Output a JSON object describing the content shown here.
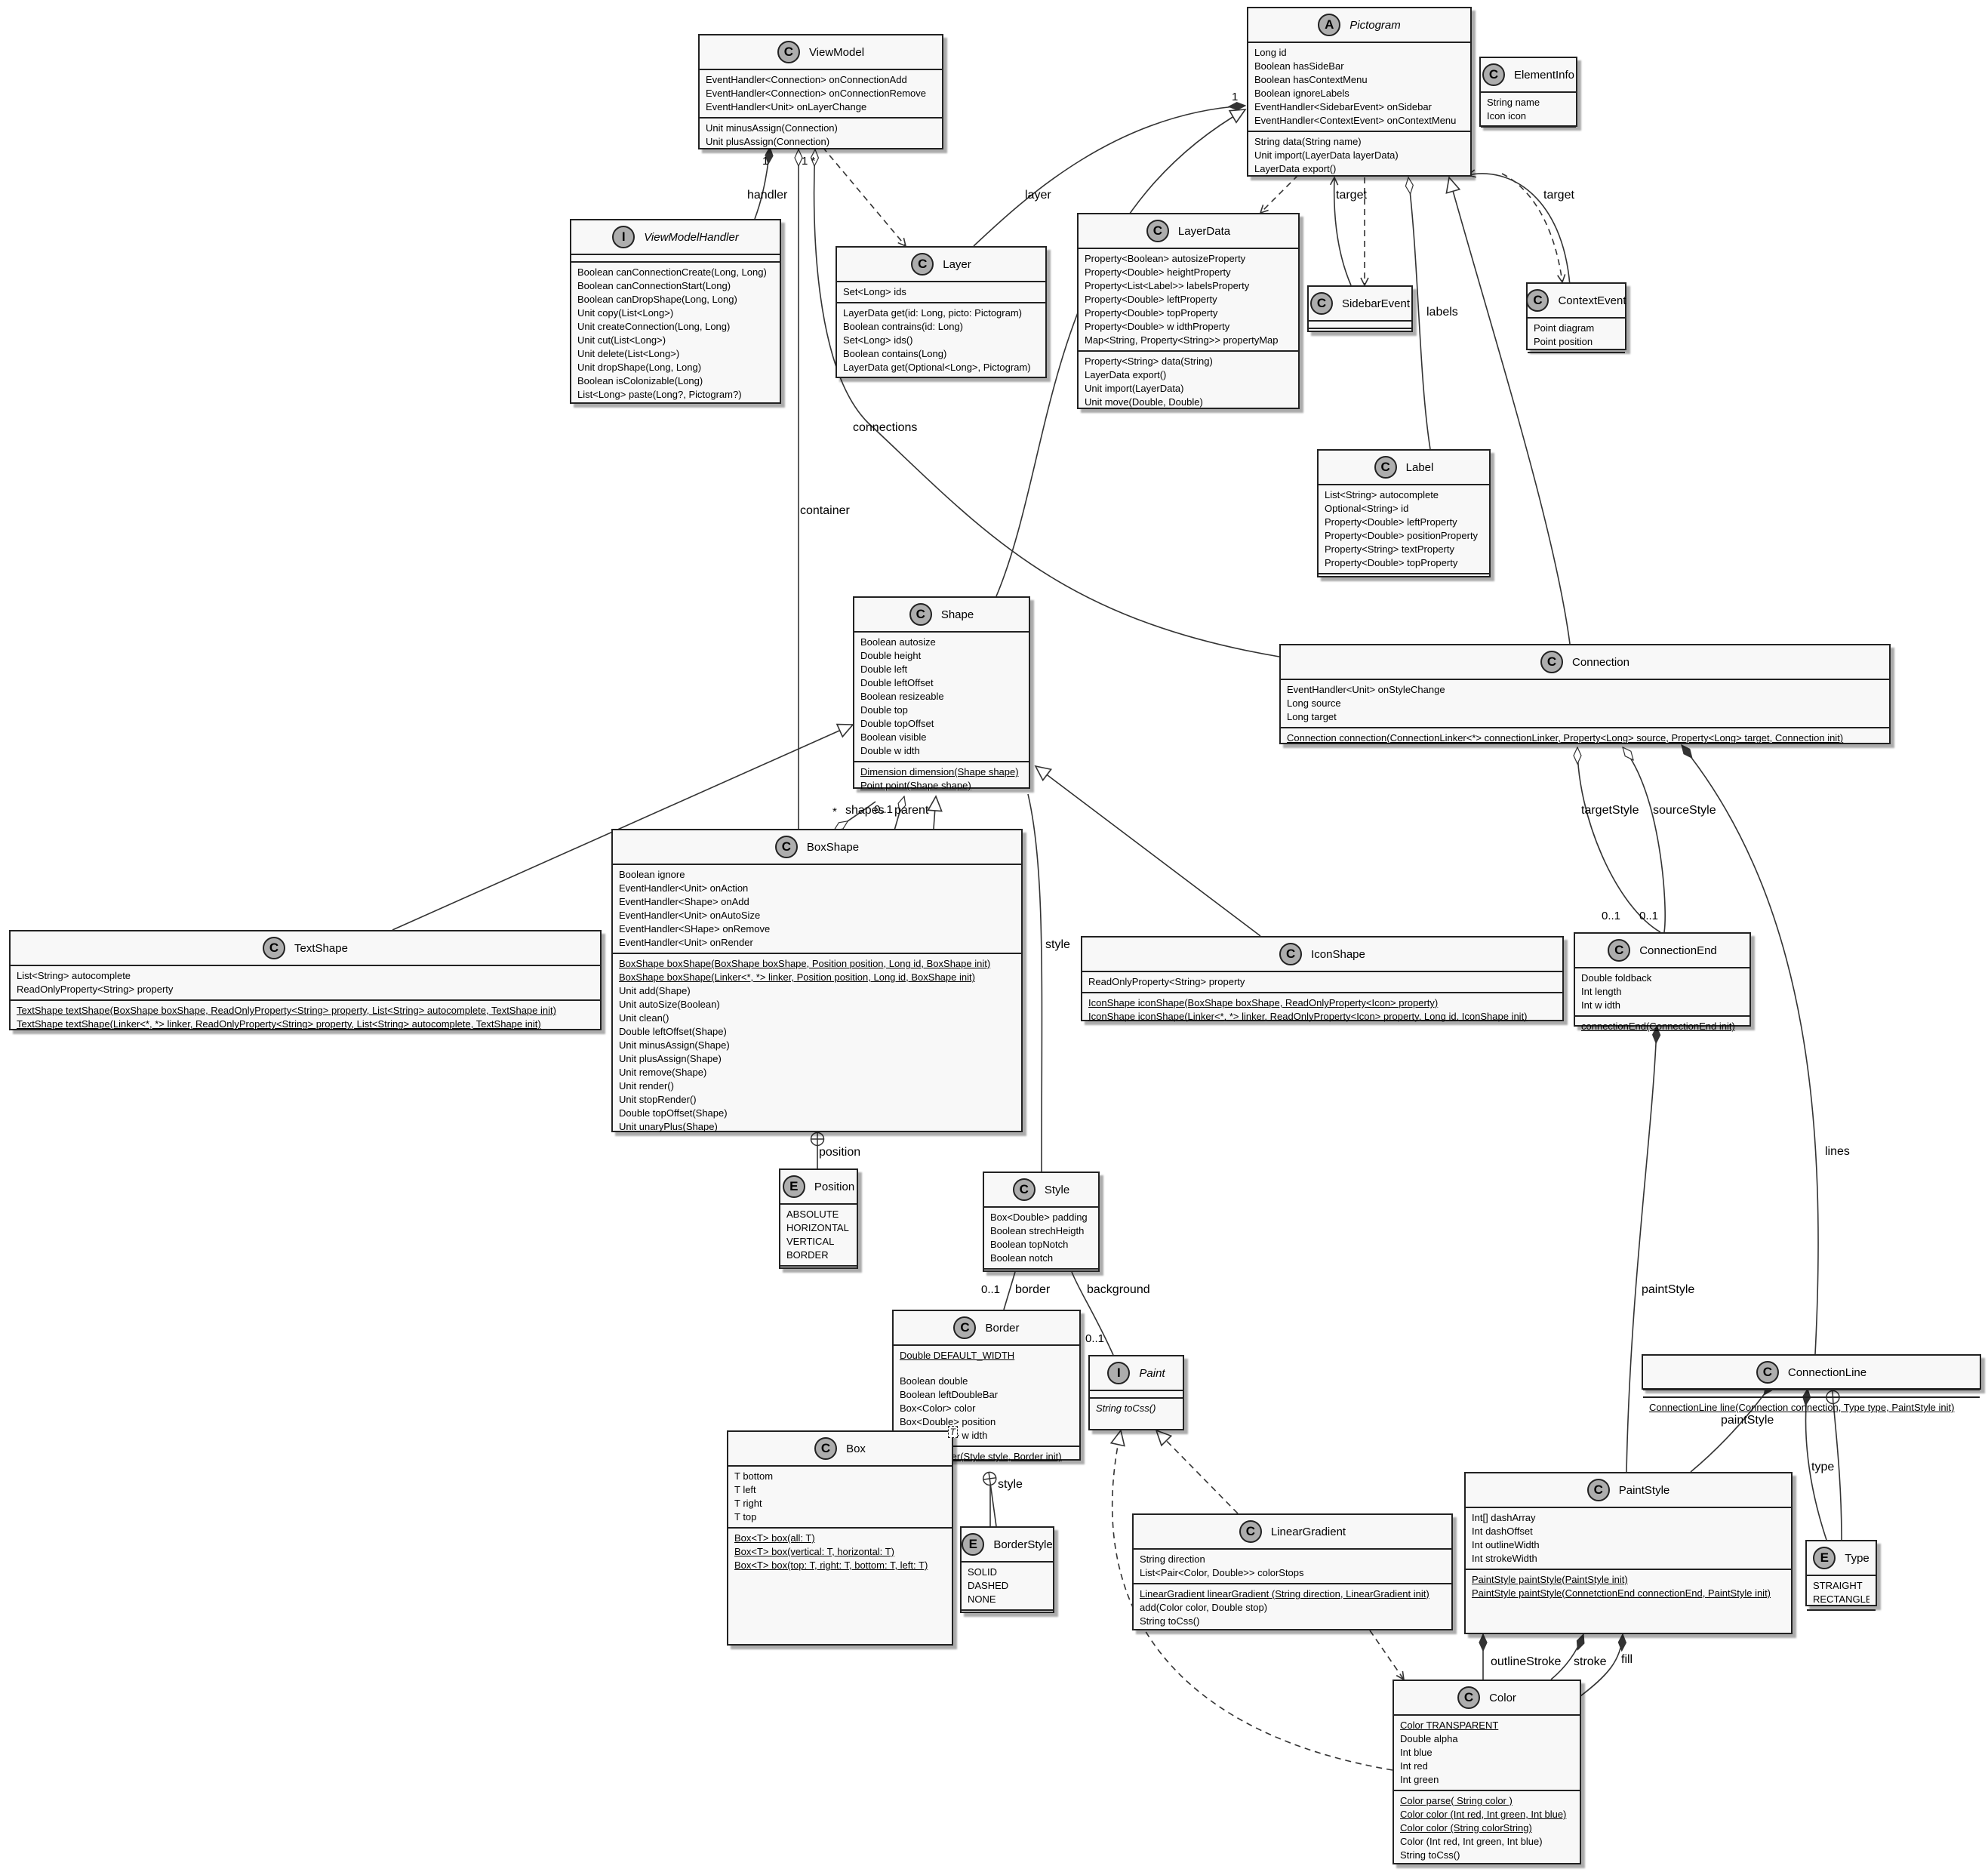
{
  "classes": {
    "viewmodel": {
      "kind": "C",
      "name": "ViewModel",
      "fields": [
        "EventHandler<Connection> onConnectionAdd",
        "EventHandler<Connection> onConnectionRemove",
        "EventHandler<Unit> onLayerChange"
      ],
      "methods": [
        "Unit minusAssign(Connection)",
        "Unit plusAssign(Connection)"
      ]
    },
    "pictogram": {
      "kind": "A",
      "name": "Pictogram",
      "fields": [
        "Long id",
        "Boolean hasSideBar",
        "Boolean hasContextMenu",
        "Boolean ignoreLabels",
        "EventHandler<SidebarEvent> onSidebar",
        "EventHandler<ContextEvent> onContextMenu"
      ],
      "methods": [
        "String data(String name)",
        "Unit import(LayerData layerData)",
        "LayerData export()"
      ]
    },
    "elementinfo": {
      "kind": "C",
      "name": "ElementInfo",
      "fields": [
        "String name",
        "Icon icon"
      ],
      "methods": []
    },
    "viewmodelhandler": {
      "kind": "I",
      "name": "ViewModelHandler",
      "fields": [],
      "methods": [
        "Boolean canConnectionCreate(Long, Long)",
        "Boolean canConnectionStart(Long)",
        "Boolean canDropShape(Long, Long)",
        "Unit copy(List<Long>)",
        "Unit createConnection(Long, Long)",
        "Unit cut(List<Long>)",
        "Unit delete(List<Long>)",
        "Unit dropShape(Long, Long)",
        "Boolean isColonizable(Long)",
        "List<Long> paste(Long?, Pictogram?)"
      ]
    },
    "layer": {
      "kind": "C",
      "name": "Layer",
      "fields": [
        "Set<Long> ids"
      ],
      "methods": [
        "LayerData get(id: Long, picto: Pictogram)",
        "Boolean contrains(id: Long)",
        "Set<Long> ids()",
        "Boolean contains(Long)",
        "LayerData get(Optional<Long>, Pictogram)"
      ]
    },
    "layerdata": {
      "kind": "C",
      "name": "LayerData",
      "fields": [
        "Property<Boolean> autosizeProperty",
        "Property<Double> heightProperty",
        "Property<List<Label>> labelsProperty",
        "Property<Double> leftProperty",
        "Property<Double> topProperty",
        "Property<Double> w idthProperty",
        "Map<String, Property<String>> propertyMap"
      ],
      "methods": [
        "Property<String> data(String)",
        "LayerData export()",
        "Unit import(LayerData)",
        "Unit move(Double, Double)"
      ]
    },
    "sidebarevent": {
      "kind": "C",
      "name": "SidebarEvent",
      "fields": [],
      "methods": []
    },
    "contextevent": {
      "kind": "C",
      "name": "ContextEvent",
      "fields": [
        "Point diagram",
        "Point position"
      ],
      "methods": []
    },
    "label": {
      "kind": "C",
      "name": "Label",
      "fields": [
        "List<String> autocomplete",
        "Optional<String> id",
        "Property<Double> leftProperty",
        "Property<Double> positionProperty",
        "Property<String> textProperty",
        "Property<Double> topProperty"
      ],
      "methods": []
    },
    "shape": {
      "kind": "C",
      "name": "Shape",
      "fields": [
        "Boolean autosize",
        "Double height",
        "Double left",
        "Double leftOffset",
        "Boolean resizeable",
        "Double top",
        "Double topOffset",
        "Boolean visible",
        "Double w idth"
      ],
      "methods": [
        "Dimension dimension(Shape shape)",
        "Point point(Shape shape)"
      ],
      "static_methods": [
        0,
        1
      ]
    },
    "connection": {
      "kind": "C",
      "name": "Connection",
      "fields": [
        "EventHandler<Unit> onStyleChange",
        "Long source",
        "Long target"
      ],
      "methods": [
        "Connection connection(ConnectionLinker<*> connectionLinker, Property<Long> source, Property<Long> target, Connection init)"
      ],
      "static_methods": [
        0
      ]
    },
    "boxshape": {
      "kind": "C",
      "name": "BoxShape",
      "fields": [
        "Boolean ignore",
        "EventHandler<Unit> onAction",
        "EventHandler<Shape> onAdd",
        "EventHandler<Unit> onAutoSize",
        "EventHandler<SHape> onRemove",
        "EventHandler<Unit> onRender"
      ],
      "methods": [
        "BoxShape boxShape(BoxShape boxShape, Position position, Long id, BoxShape init)",
        "BoxShape boxShape(Linker<*, *> linker, Position position, Long id, BoxShape init)",
        "Unit add(Shape)",
        "Unit autoSize(Boolean)",
        "Unit clean()",
        "Double leftOffset(Shape)",
        "Unit minusAssign(Shape)",
        "Unit plusAssign(Shape)",
        "Unit remove(Shape)",
        "Unit render()",
        "Unit stopRender()",
        "Double topOffset(Shape)",
        "Unit unaryPlus(Shape)"
      ],
      "static_methods": [
        0,
        1
      ]
    },
    "textshape": {
      "kind": "C",
      "name": "TextShape",
      "fields": [
        "List<String> autocomplete",
        "ReadOnlyProperty<String> property"
      ],
      "methods": [
        "TextShape textShape(BoxShape boxShape, ReadOnlyProperty<String> property, List<String> autocomplete, TextShape init)",
        "TextShape textShape(Linker<*, *> linker, ReadOnlyProperty<String> property, List<String> autocomplete, TextShape init)"
      ],
      "static_methods": [
        0,
        1
      ]
    },
    "iconshape": {
      "kind": "C",
      "name": "IconShape",
      "fields": [
        "ReadOnlyProperty<String> property"
      ],
      "methods": [
        "IconShape iconShape(BoxShape boxShape, ReadOnlyProperty<Icon> property)",
        "IconShape iconShape(Linker<*, *> linker, ReadOnlyProperty<Icon> property, Long id, IconShape init)"
      ],
      "static_methods": [
        0,
        1
      ]
    },
    "connectionend": {
      "kind": "C",
      "name": "ConnectionEnd",
      "fields": [
        "Double foldback",
        "Int length",
        "Int w idth"
      ],
      "methods": [
        "connectionEnd(ConnectionEnd init)"
      ],
      "static_methods": [
        0
      ]
    },
    "position": {
      "kind": "E",
      "name": "Position",
      "fields": [
        "ABSOLUTE",
        "HORIZONTAL",
        "VERTICAL",
        "BORDER"
      ],
      "methods": []
    },
    "style": {
      "kind": "C",
      "name": "Style",
      "fields": [
        "Box<Double> padding",
        "Boolean strechHeigth",
        "Boolean topNotch",
        "Boolean notch"
      ],
      "methods": []
    },
    "border": {
      "kind": "C",
      "name": "Border",
      "static_fields": [
        "Double DEFAULT_WIDTH"
      ],
      "fields": [
        "Boolean double",
        "Boolean leftDoubleBar",
        "Box<Color> color",
        "Box<Double> position",
        "Box<Double> w idth"
      ],
      "methods": [
        "Border border(Style style, Border init)"
      ],
      "static_methods": [
        0
      ]
    },
    "paint": {
      "kind": "I",
      "name": "Paint",
      "fields": [],
      "methods": [
        "String toCss()"
      ],
      "abstract_methods": [
        0
      ]
    },
    "connectionline": {
      "kind": "C",
      "name": "ConnectionLine",
      "fields": [],
      "methods": [
        "ConnectionLine line(Connection connection, Type type, PaintStyle init)"
      ],
      "static_methods": [
        0
      ]
    },
    "box": {
      "kind": "C",
      "name": "Box",
      "type_param": "T",
      "fields": [
        "T bottom",
        "T left",
        "T right",
        "T top"
      ],
      "methods": [
        "Box<T> box(all: T)",
        "Box<T> box(vertical: T, horizontal: T)",
        "Box<T> box(top: T, right: T, bottom: T, left: T)"
      ],
      "static_methods": [
        0,
        1,
        2
      ]
    },
    "borderstyle": {
      "kind": "E",
      "name": "BorderStyle",
      "fields": [
        "SOLID",
        "DASHED",
        "NONE"
      ],
      "methods": []
    },
    "lineargradient": {
      "kind": "C",
      "name": "LinearGradient",
      "fields": [
        "String direction",
        "List<Pair<Color, Double>> colorStops"
      ],
      "methods": [
        "LinearGradient linearGradient (String direction, LinearGradient init)",
        "add(Color color, Double stop)",
        "String toCss()"
      ],
      "static_methods": [
        0
      ]
    },
    "paintstyle": {
      "kind": "C",
      "name": "PaintStyle",
      "fields": [
        "Int[] dashArray",
        "Int dashOffset",
        "Int outlineWidth",
        "Int strokeWidth"
      ],
      "methods": [
        "PaintStyle paintStyle(PaintStyle init)",
        "PaintStyle paintStyle(ConnetctionEnd connectionEnd, PaintStyle init)"
      ],
      "static_methods": [
        0,
        1
      ]
    },
    "type": {
      "kind": "E",
      "name": "Type",
      "fields": [
        "STRAIGHT",
        "RECTANGLE"
      ],
      "methods": []
    },
    "color": {
      "kind": "C",
      "name": "Color",
      "static_fields": [
        "Color TRANSPARENT"
      ],
      "fields": [
        "Double alpha",
        "Int blue",
        "Int red",
        "Int green"
      ],
      "methods": [
        "Color parse( String color )",
        "Color color (Int red, Int green, Int blue)",
        "Color color (String colorString)",
        "Color (Int red, Int green, Int blue)",
        "String toCss()"
      ],
      "static_methods": [
        0,
        1,
        2
      ]
    }
  },
  "edge_labels": {
    "handler": "handler",
    "layer": "layer",
    "target1": "target",
    "target2": "target",
    "labels": "labels",
    "connections": "connections",
    "container": "container",
    "shapes": "shapes",
    "parent": "parent",
    "style": "style",
    "position": "position",
    "targetStyle": "targetStyle",
    "sourceStyle": "sourceStyle",
    "lines": "lines",
    "paintStyle1": "paintStyle",
    "paintStyle2": "paintStyle",
    "border": "border",
    "background": "background",
    "styleB": "style",
    "type": "type",
    "outlineStroke": "outlineStroke",
    "stroke": "stroke",
    "fill": "fill"
  },
  "multiplicities": {
    "vm_1": "1",
    "vm_1star": "1 *",
    "picto_1": "1",
    "vmh_1": "1",
    "shapes_star": "*",
    "parent_01": "0..1",
    "te_01": "0..1",
    "se_01": "0..1",
    "border_01": "0..1",
    "bg_01": "0..1"
  },
  "colors": {
    "box_fill": "#f8f8f8",
    "border": "#222222",
    "badge": "#adadad",
    "line": "#333333"
  }
}
